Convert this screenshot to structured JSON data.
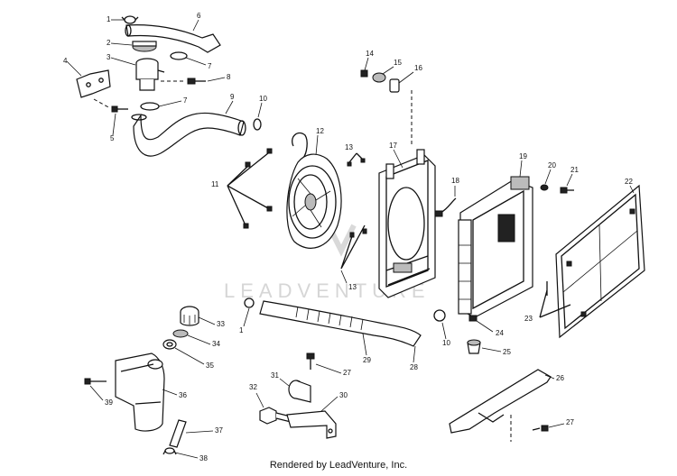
{
  "watermark": "LEADVENTURE",
  "footer": "Rendered by LeadVenture, Inc.",
  "callouts": [
    "1",
    "6",
    "2",
    "7",
    "4",
    "3",
    "8",
    "9",
    "10",
    "7",
    "5",
    "14",
    "15",
    "16",
    "12",
    "13",
    "17",
    "18",
    "19",
    "20",
    "21",
    "22",
    "11",
    "13",
    "1",
    "33",
    "34",
    "35",
    "39",
    "36",
    "37",
    "38",
    "31",
    "32",
    "27",
    "30",
    "29",
    "28",
    "10",
    "24",
    "25",
    "26",
    "27",
    "23"
  ]
}
